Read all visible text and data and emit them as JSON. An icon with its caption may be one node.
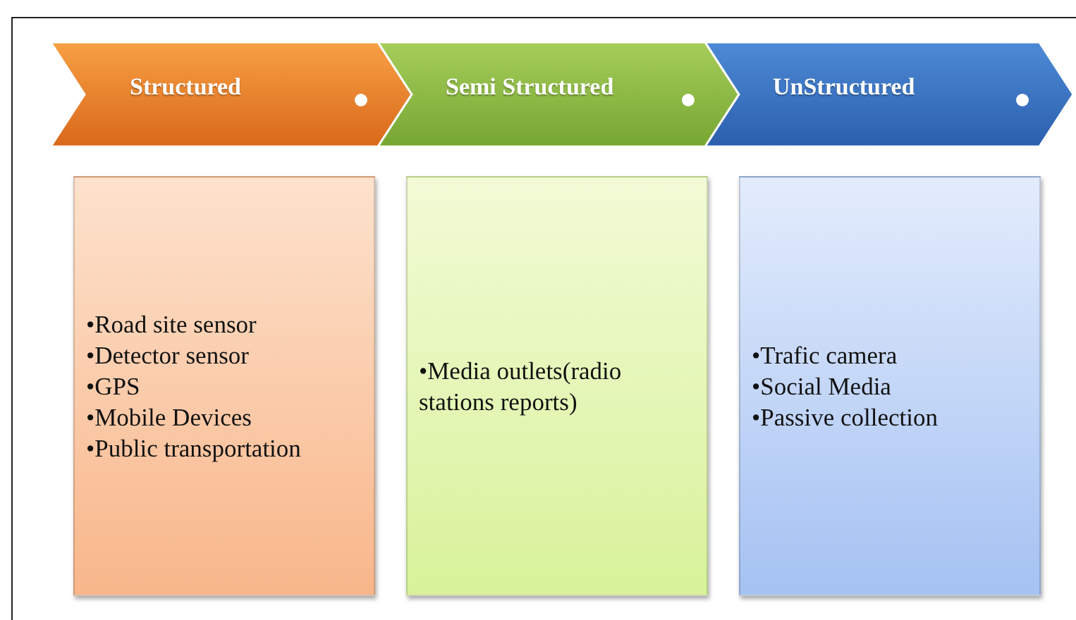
{
  "diagram": {
    "nodes": [
      {
        "text": [
          "Structured"
        ]
      },
      {
        "text": [
          "Semi Structured"
        ]
      },
      {
        "text": [
          "UnStructured"
        ]
      },
      {
        "text": [
          "•Road site sensor",
          "•Detector sensor",
          "•GPS",
          "•Mobile Devices",
          "•Public transportation"
        ]
      },
      {
        "text": [
          "•Media outlets(radio stations reports)"
        ]
      },
      {
        "text": [
          "•Trafic camera",
          "•Social Media",
          "•Passive collection"
        ]
      }
    ]
  }
}
